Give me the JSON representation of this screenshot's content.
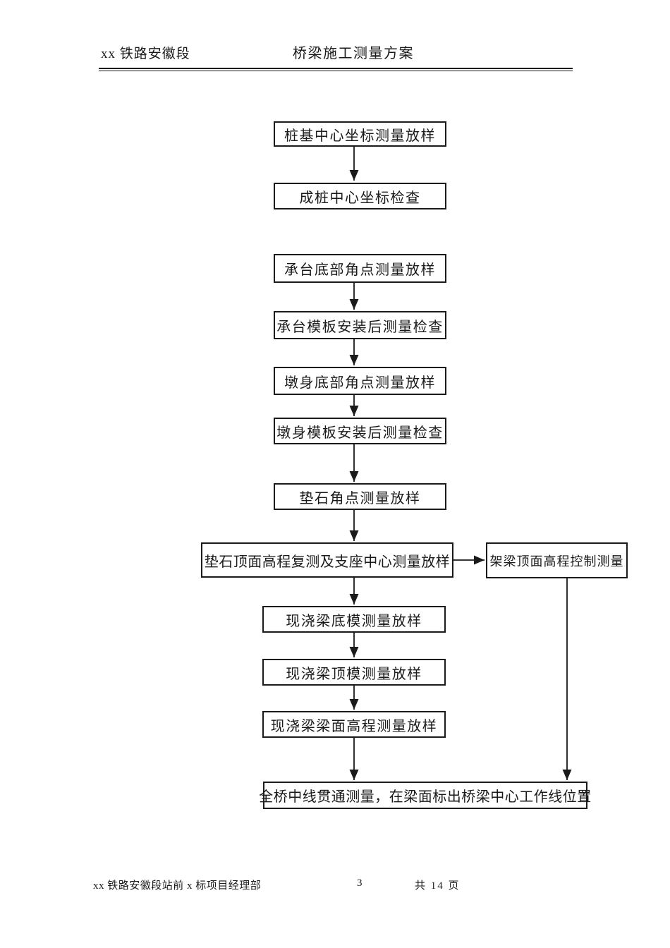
{
  "header": {
    "project": "xx 铁路安徽段",
    "title": "桥梁施工测量方案"
  },
  "footer": {
    "department": "xx 铁路安徽段站前 x 标项目经理部",
    "page_number": "3",
    "page_total": "共 14 页"
  },
  "flowchart": {
    "nodes": [
      {
        "id": "n1",
        "label": "桩基中心坐标测量放样"
      },
      {
        "id": "n2",
        "label": "成桩中心坐标检查"
      },
      {
        "id": "n3",
        "label": "承台底部角点测量放样"
      },
      {
        "id": "n4",
        "label": "承台模板安装后测量检查"
      },
      {
        "id": "n5",
        "label": "墩身底部角点测量放样"
      },
      {
        "id": "n6",
        "label": "墩身模板安装后测量检查"
      },
      {
        "id": "n7",
        "label": "垫石角点测量放样"
      },
      {
        "id": "n8",
        "label": "垫石顶面高程复测及支座中心测量放样"
      },
      {
        "id": "n9",
        "label": "架梁顶面高程控制测量"
      },
      {
        "id": "n10",
        "label": "现浇梁底模测量放样"
      },
      {
        "id": "n11",
        "label": "现浇梁顶模测量放样"
      },
      {
        "id": "n12",
        "label": "现浇梁梁面高程测量放样"
      },
      {
        "id": "n13",
        "label": "全桥中线贯通测量，在梁面标出桥梁中心工作线位置"
      }
    ],
    "edges": [
      {
        "from": "n1",
        "to": "n2"
      },
      {
        "from": "n3",
        "to": "n4"
      },
      {
        "from": "n4",
        "to": "n5"
      },
      {
        "from": "n5",
        "to": "n6"
      },
      {
        "from": "n6",
        "to": "n7"
      },
      {
        "from": "n7",
        "to": "n8"
      },
      {
        "from": "n8",
        "to": "n9"
      },
      {
        "from": "n8",
        "to": "n10"
      },
      {
        "from": "n10",
        "to": "n11"
      },
      {
        "from": "n11",
        "to": "n12"
      },
      {
        "from": "n12",
        "to": "n13"
      },
      {
        "from": "n9",
        "to": "n13"
      }
    ]
  },
  "colors": {
    "text": "#1a1a1a",
    "border": "#1a1a1a",
    "background": "#ffffff"
  }
}
